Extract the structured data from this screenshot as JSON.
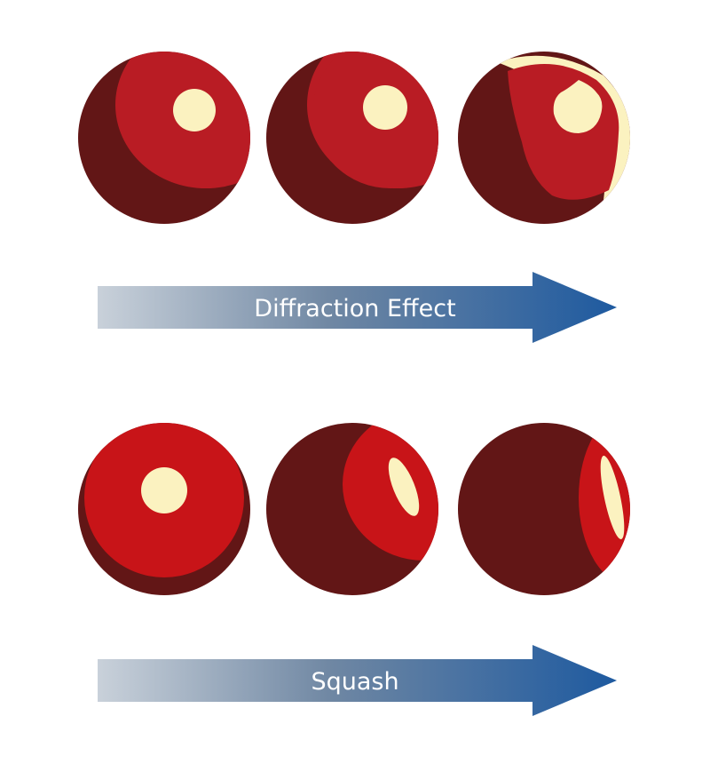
{
  "colors": {
    "dark": "#621616",
    "red_top": "#b91c24",
    "red_bottom": "#c81418",
    "highlight": "#fbf2c0",
    "arrow_start": "#c9d1da",
    "arrow_end": "#1e5aa0",
    "arrow_text": "#ffffff"
  },
  "rows": [
    {
      "label": "Diffraction Effect",
      "spheres": [
        "sphere-diffraction-1",
        "sphere-diffraction-2",
        "sphere-diffraction-3"
      ]
    },
    {
      "label": "Squash",
      "spheres": [
        "sphere-squash-1",
        "sphere-squash-2",
        "sphere-squash-3"
      ]
    }
  ]
}
